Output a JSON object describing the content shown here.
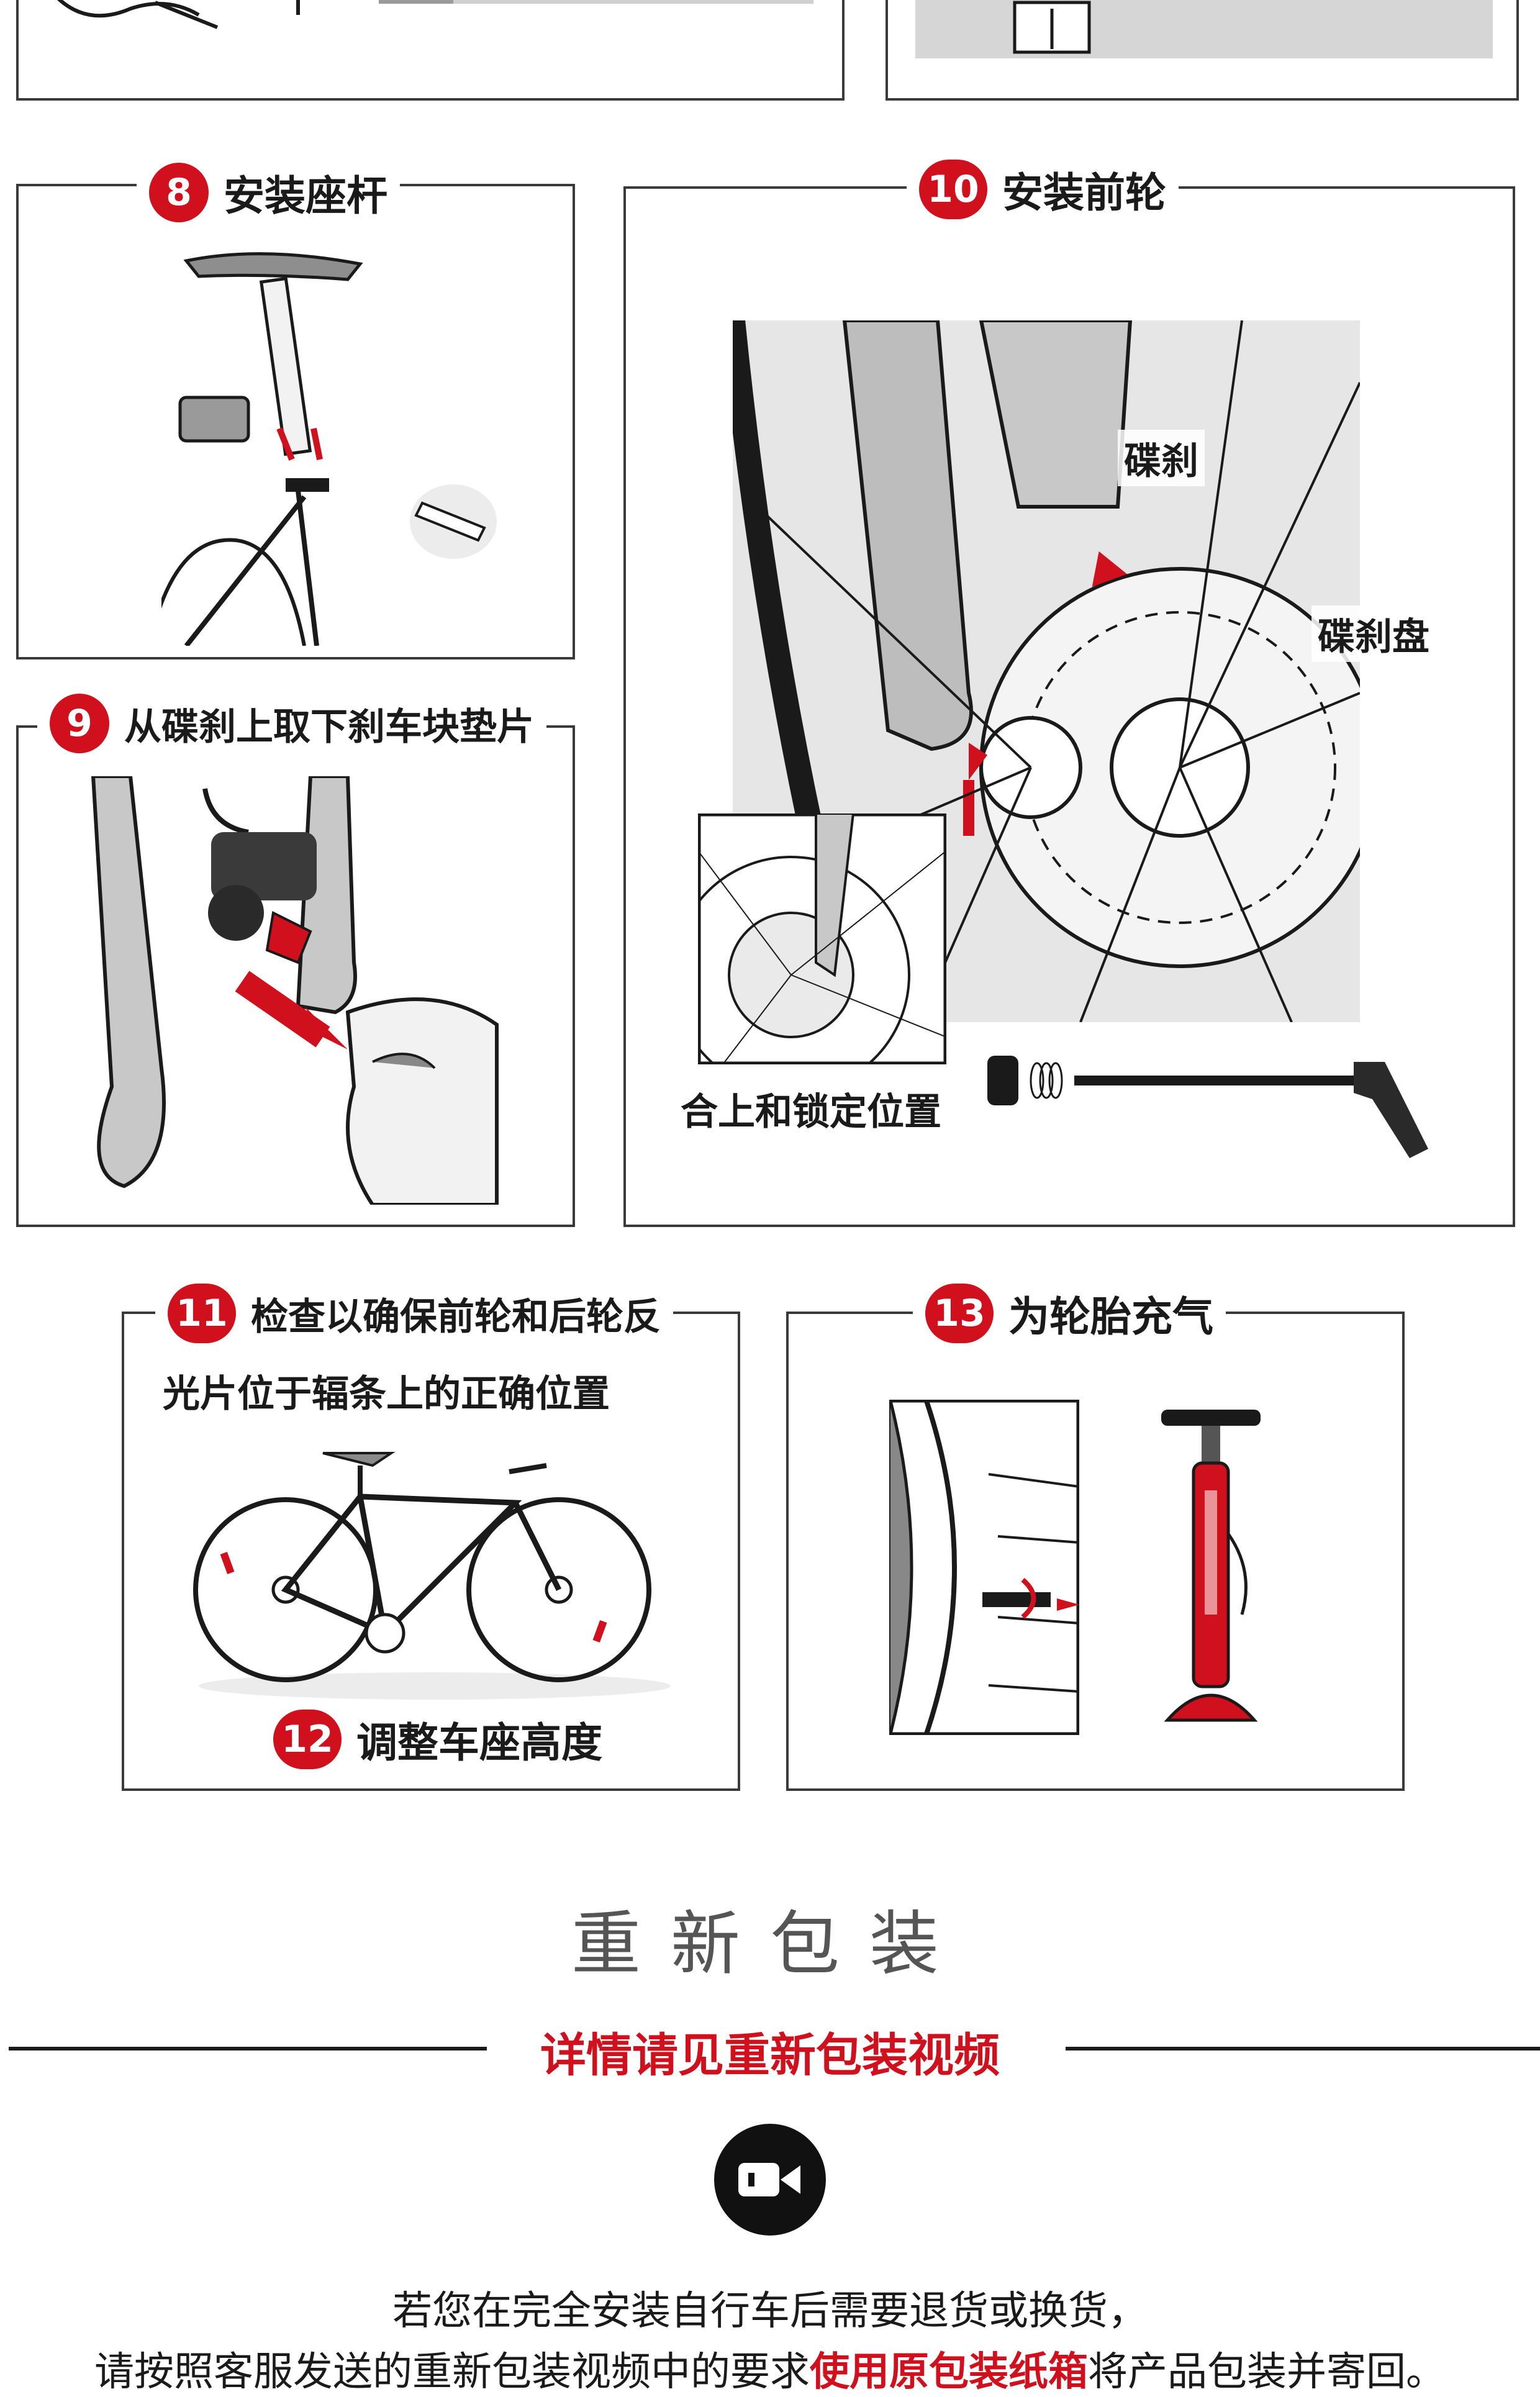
{
  "steps": {
    "s8": {
      "num": "8",
      "title": "安装座杆"
    },
    "s9": {
      "num": "9",
      "title": "从碟刹上取下刹车块垫片"
    },
    "s10": {
      "num": "10",
      "title": "安装前轮",
      "label_brake": "碟刹",
      "label_disc": "碟刹盘",
      "label_lock": "合上和锁定位置"
    },
    "s11": {
      "num": "11",
      "title": "检查以确保前轮和后轮反",
      "title_line2": "光片位于辐条上的正确位置"
    },
    "s12": {
      "num": "12",
      "title": "调整车座高度"
    },
    "s13": {
      "num": "13",
      "title": "为轮胎充气"
    }
  },
  "repack": {
    "title": "重新包装",
    "subtitle": "详情请见重新包装视频",
    "video_icon": "video-camera-icon",
    "line1": "若您在完全安装自行车后需要退货或换货，",
    "line2_pre": "请按照客服发送的重新包装视频中的要求",
    "line2_hl": "使用原包装纸箱",
    "line2_post": "将产品包装并寄回。"
  },
  "colors": {
    "accent": "#d0101c",
    "ink": "#1a1a1a",
    "gray": "#9a9a9a"
  }
}
